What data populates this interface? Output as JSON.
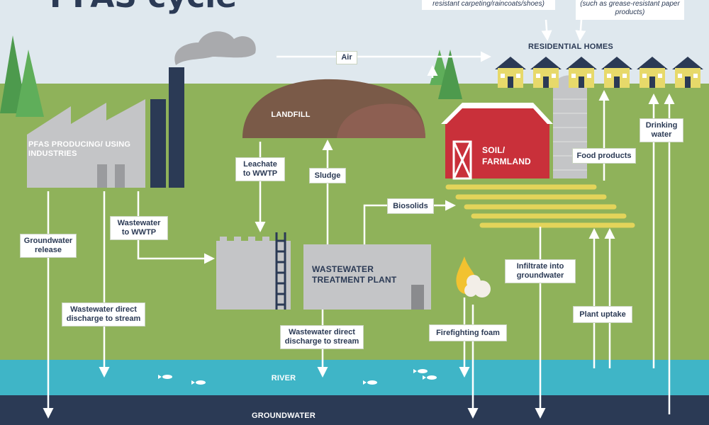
{
  "title": "PFAS cycle",
  "notes": {
    "consumer_left": "resistant carpeting/raincoats/shoes)",
    "consumer_right": "(such as grease-resistant paper products)"
  },
  "places": {
    "residential_homes": "RESIDENTIAL HOMES",
    "landfill": "LANDFILL",
    "industries": "PFAS PRODUCING/ USING INDUSTRIES",
    "soil_farmland": "SOIL/ FARMLAND",
    "wwtp": "WASTEWATER TREATMENT PLANT",
    "river": "RIVER",
    "groundwater": "GROUNDWATER"
  },
  "flows": {
    "air": "Air",
    "leachate": "Leachate to WWTP",
    "sludge": "Sludge",
    "biosolids": "Biosolids",
    "food_products": "Food products",
    "drinking_water": "Drinking water",
    "groundwater_release": "Groundwater release",
    "wastewater_to_wwtp": "Wastewater to WWTP",
    "ww_direct_left": "Wastewater direct discharge to stream",
    "ww_direct_center": "Wastewater direct discharge to stream",
    "infiltrate": "Infiltrate into groundwater",
    "firefighting_foam": "Firefighting foam",
    "plant_uptake": "Plant uptake"
  },
  "colors": {
    "sky": "#dfe8ee",
    "grass": "#8fb25a",
    "river": "#3fb5c7",
    "groundwater": "#2b3a55",
    "building_gray": "#c4c5c7",
    "barn_red": "#c9303a",
    "house_yellow": "#e7d96a",
    "landfill_brown": "#7a5a48",
    "field_stripe": "#e3d45a"
  }
}
